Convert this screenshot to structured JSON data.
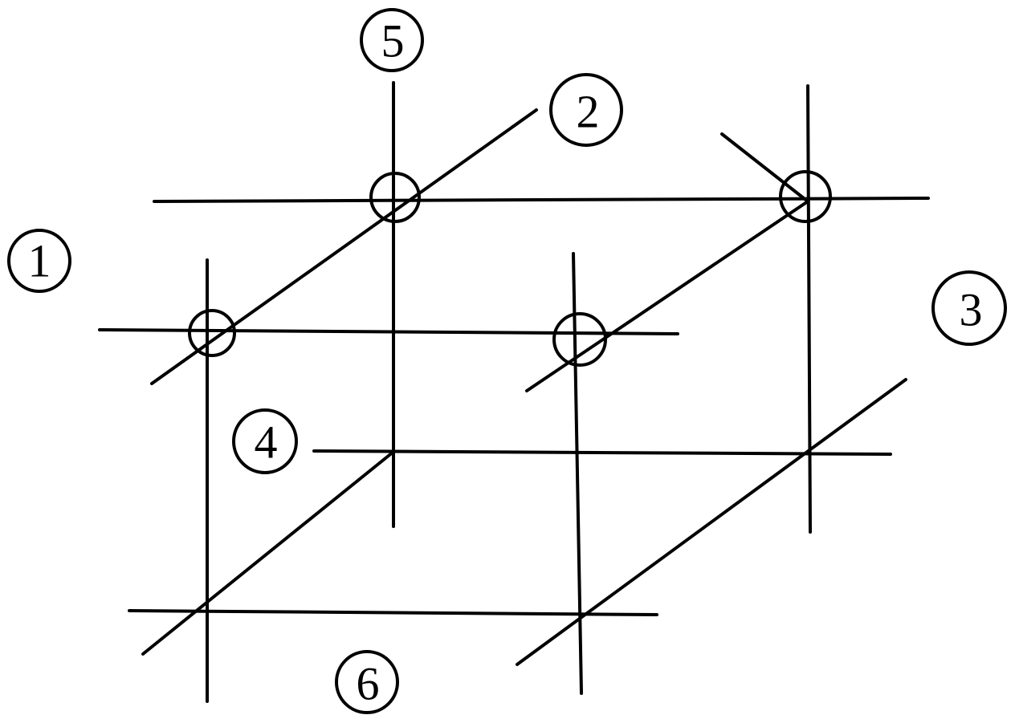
{
  "labels": {
    "one": "1",
    "two": "2",
    "three": "3",
    "four": "4",
    "five": "5",
    "six": "6"
  },
  "colors": {
    "line": "#000000",
    "background": "#ffffff"
  }
}
